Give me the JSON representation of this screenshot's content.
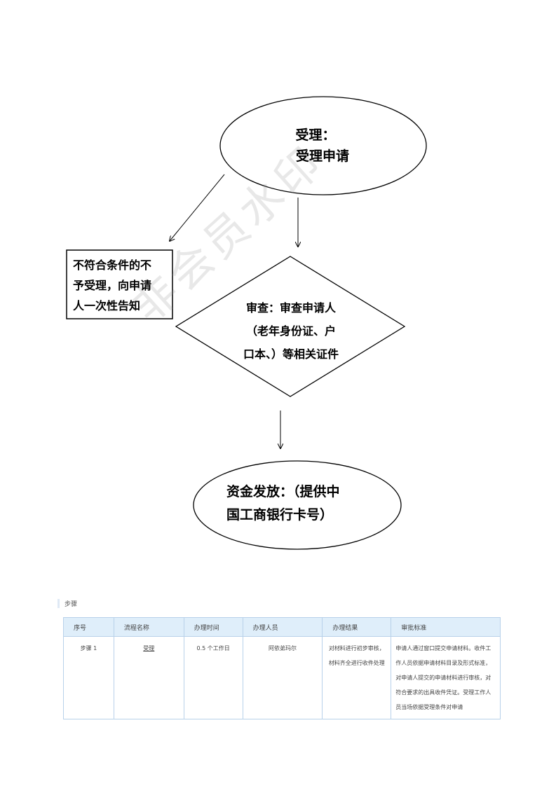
{
  "flowchart": {
    "start": {
      "title": "受理：",
      "subtitle": "受理申请"
    },
    "reject_box": {
      "line1": "不符合条件的不",
      "line2": "予受理，向申请",
      "line3": "人一次性告知"
    },
    "review": {
      "line1": "审查：审查申请人",
      "line2": "（老年身份证、户",
      "line3": "口本、）等相关证件"
    },
    "fund": {
      "line1": "资金发放：（提供中",
      "line2": "国工商银行卡号）"
    }
  },
  "watermark": "非会员水印",
  "section_label": "步骤",
  "table": {
    "headers": [
      "序号",
      "流程名称",
      "办理时间",
      "办理人员",
      "办理结果",
      "审批标准"
    ],
    "rows": [
      {
        "seq": "步骤 1",
        "name": "受理",
        "time": "0.5 个工作日",
        "person": "阿依弟玛尔",
        "result": "对材料进行初步审核，材料齐全进行收件处理",
        "standard": "申请人通过窗口提交申请材料。收件工作人员依据申请材料目录及形式标准，对申请人提交的申请材料进行审核，对符合要求的出具收件凭证。受理工作人员当场依据受理条件对申请"
      }
    ]
  }
}
